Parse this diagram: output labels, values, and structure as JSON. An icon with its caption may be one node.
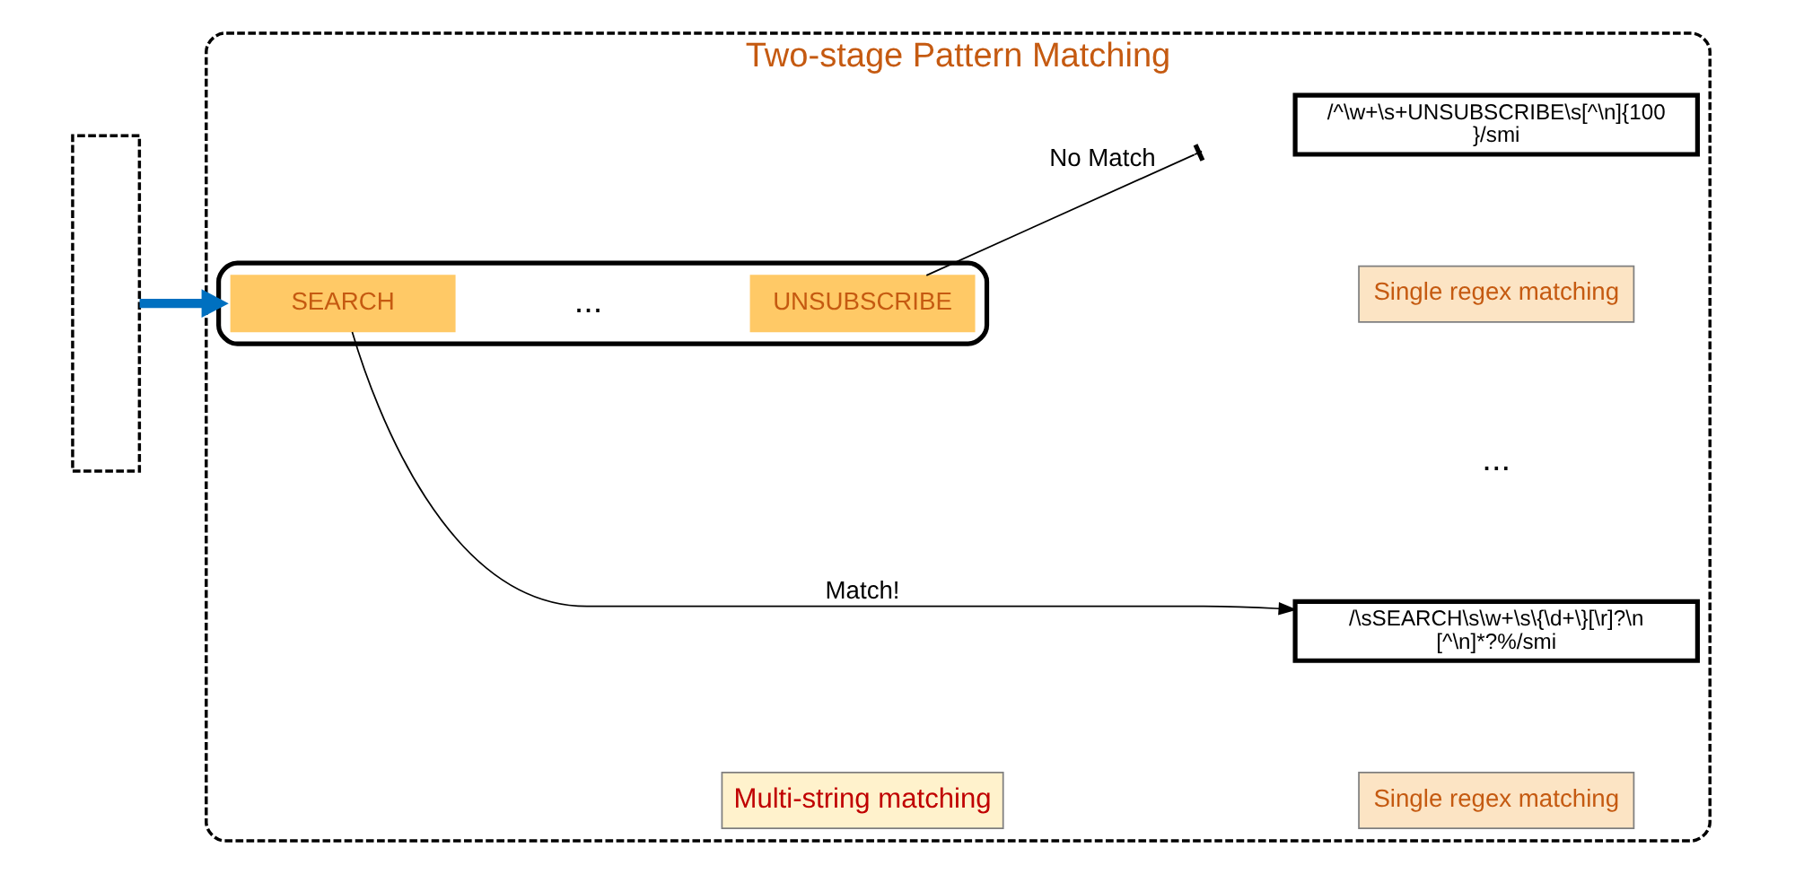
{
  "diagram": {
    "nodes": [
      {
        "text": [],
        "shape": "box"
      },
      {
        "text": [
          "Two-stage Pattern Matching"
        ]
      },
      {
        "text": [
          "Multi-string matching"
        ],
        "in": 1
      },
      {
        "text": [],
        "shape": "box",
        "in": 1
      },
      {
        "text": [
          "SEARCH"
        ],
        "in": 3
      },
      {
        "text": [
          "UNSUBSCRIBE"
        ],
        "in": 3
      },
      {
        "text": [
          "Single regex matching"
        ],
        "in": 1
      },
      {
        "text": [
          "/\\sSEARCH\\s\\w+\\s\\{\\d+\\}[\\r]?\\n[^\\n]*?%/smi"
        ],
        "in": 1
      },
      {
        "text": [
          "Single regex matching"
        ],
        "in": 1
      },
      {
        "text": [
          "/^\\w+\\s+UNSUBSCRIBE\\s[^\\n]{100}/smi"
        ],
        "in": 1
      }
    ],
    "edges": [
      {
        "from": 0,
        "to": 3,
        "arrow": "to",
        "style": "thick",
        "color": "#0070c0"
      },
      {
        "from": 4,
        "to": 7,
        "arrow": "to",
        "label": "Match!",
        "color": "#000000"
      },
      {
        "from": 5,
        "to": null,
        "arrow": "other",
        "label": "No Match",
        "color": "#000000"
      }
    ],
    "labels": [
      "...",
      "..."
    ]
  }
}
